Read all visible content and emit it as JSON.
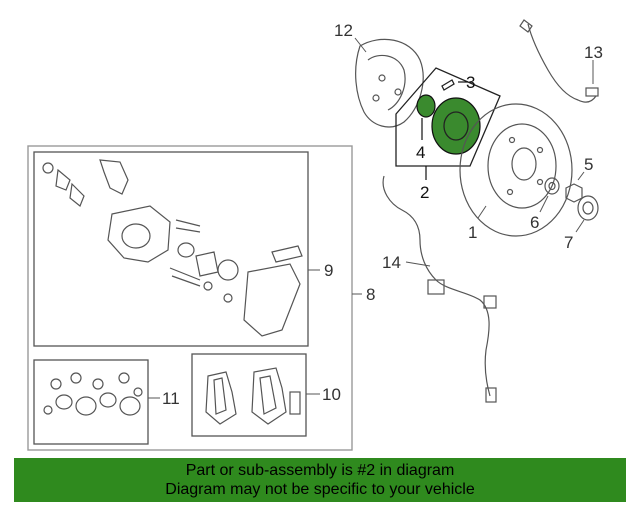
{
  "callouts": {
    "c1": "1",
    "c2": "2",
    "c3": "3",
    "c4": "4",
    "c5": "5",
    "c6": "6",
    "c7": "7",
    "c8": "8",
    "c9": "9",
    "c10": "10",
    "c11": "11",
    "c12": "12",
    "c13": "13",
    "c14": "14"
  },
  "banner": {
    "line1": "Part or sub-assembly is #2 in diagram",
    "line2": "Diagram may not be specific to your vehicle"
  },
  "colors": {
    "highlight": "#3a8a2e",
    "banner": "#2f8a1e"
  }
}
